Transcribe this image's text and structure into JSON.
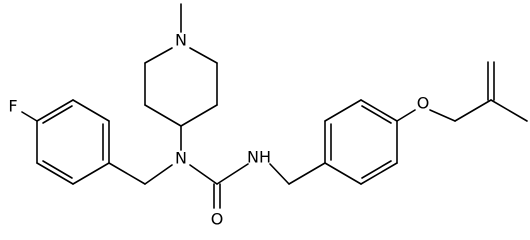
{
  "molecule": {
    "atoms": {
      "fluorine": "F",
      "piperidine_nitrogen": "N",
      "urea_nitrogen": "N",
      "amide_nh": "NH",
      "carbonyl_oxygen": "O",
      "ether_oxygen": "O"
    }
  }
}
